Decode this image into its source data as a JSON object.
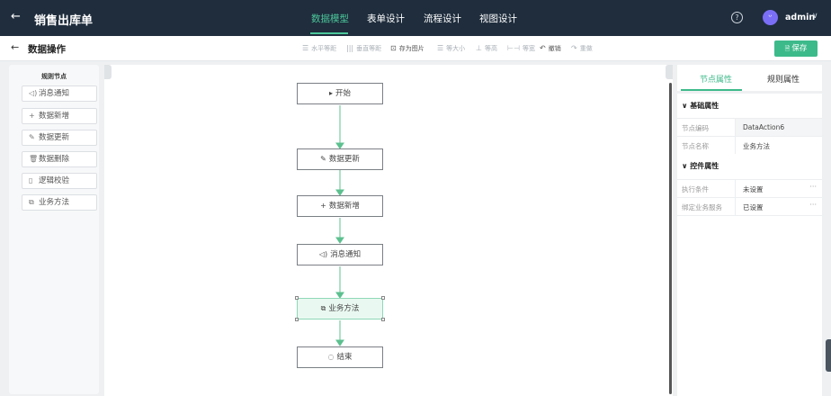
{
  "app": {
    "back_icon": "←",
    "title": "销售出库单",
    "nav_tabs": [
      {
        "label": "数据模型",
        "active": true
      },
      {
        "label": "表单设计",
        "active": false
      },
      {
        "label": "流程设计",
        "active": false
      },
      {
        "label": "视图设计",
        "active": false
      }
    ],
    "help_icon": "?",
    "avatar_glyph": "ᵕ",
    "user": "admin",
    "user_caret": "∨"
  },
  "toolbar": {
    "back_icon": "←",
    "page_title": "数据操作",
    "tools": [
      {
        "icon": "☰",
        "label": "水平等距"
      },
      {
        "icon": "|||",
        "label": "垂直等距"
      },
      {
        "icon": "⊡",
        "label": "存为图片"
      },
      {
        "icon": "☰",
        "label": "等大小"
      },
      {
        "icon": "⊥",
        "label": "等高"
      },
      {
        "icon": "⊢⊣",
        "label": "等宽"
      },
      {
        "icon": "↶",
        "label": "撤销"
      },
      {
        "icon": "↷",
        "label": "重做"
      }
    ],
    "save_label": "保存",
    "save_icon": "🗎"
  },
  "left_panel": {
    "title": "规则节点",
    "items": [
      {
        "icon": "◁)",
        "label": "消息通知"
      },
      {
        "icon": "+",
        "label": "数据新增"
      },
      {
        "icon": "✎",
        "label": "数据更新"
      },
      {
        "icon": "🗑",
        "label": "数据删除"
      },
      {
        "icon": "▯",
        "label": "逻辑校验"
      },
      {
        "icon": "⧉",
        "label": "业务方法"
      }
    ]
  },
  "flow": {
    "nodes": [
      {
        "icon": "▸",
        "label": "开始"
      },
      {
        "icon": "✎",
        "label": "数据更新"
      },
      {
        "icon": "+",
        "label": "数据新增"
      },
      {
        "icon": "◁)",
        "label": "消息通知"
      },
      {
        "icon": "⧉",
        "label": "业务方法"
      },
      {
        "icon": "◌",
        "label": "结束"
      }
    ],
    "edge_color": "#5cc08f"
  },
  "right_panel": {
    "tabs": [
      {
        "label": "节点属性",
        "active": true
      },
      {
        "label": "规则属性",
        "active": false
      }
    ],
    "sections": [
      {
        "title": "基础属性",
        "rows": [
          {
            "label": "节点编码",
            "value": "DataAction6"
          },
          {
            "label": "节点名称",
            "value": "业务方法"
          }
        ]
      },
      {
        "title": "控件属性",
        "rows": [
          {
            "label": "执行条件",
            "value": "未设置",
            "more": "···"
          },
          {
            "label": "绑定业务服务",
            "value": "已设置",
            "more": "···"
          }
        ]
      }
    ]
  },
  "colors": {
    "topbar": "#1f2d3d",
    "accent": "#3dba8a",
    "selected_fill": "#e9f8f1"
  }
}
